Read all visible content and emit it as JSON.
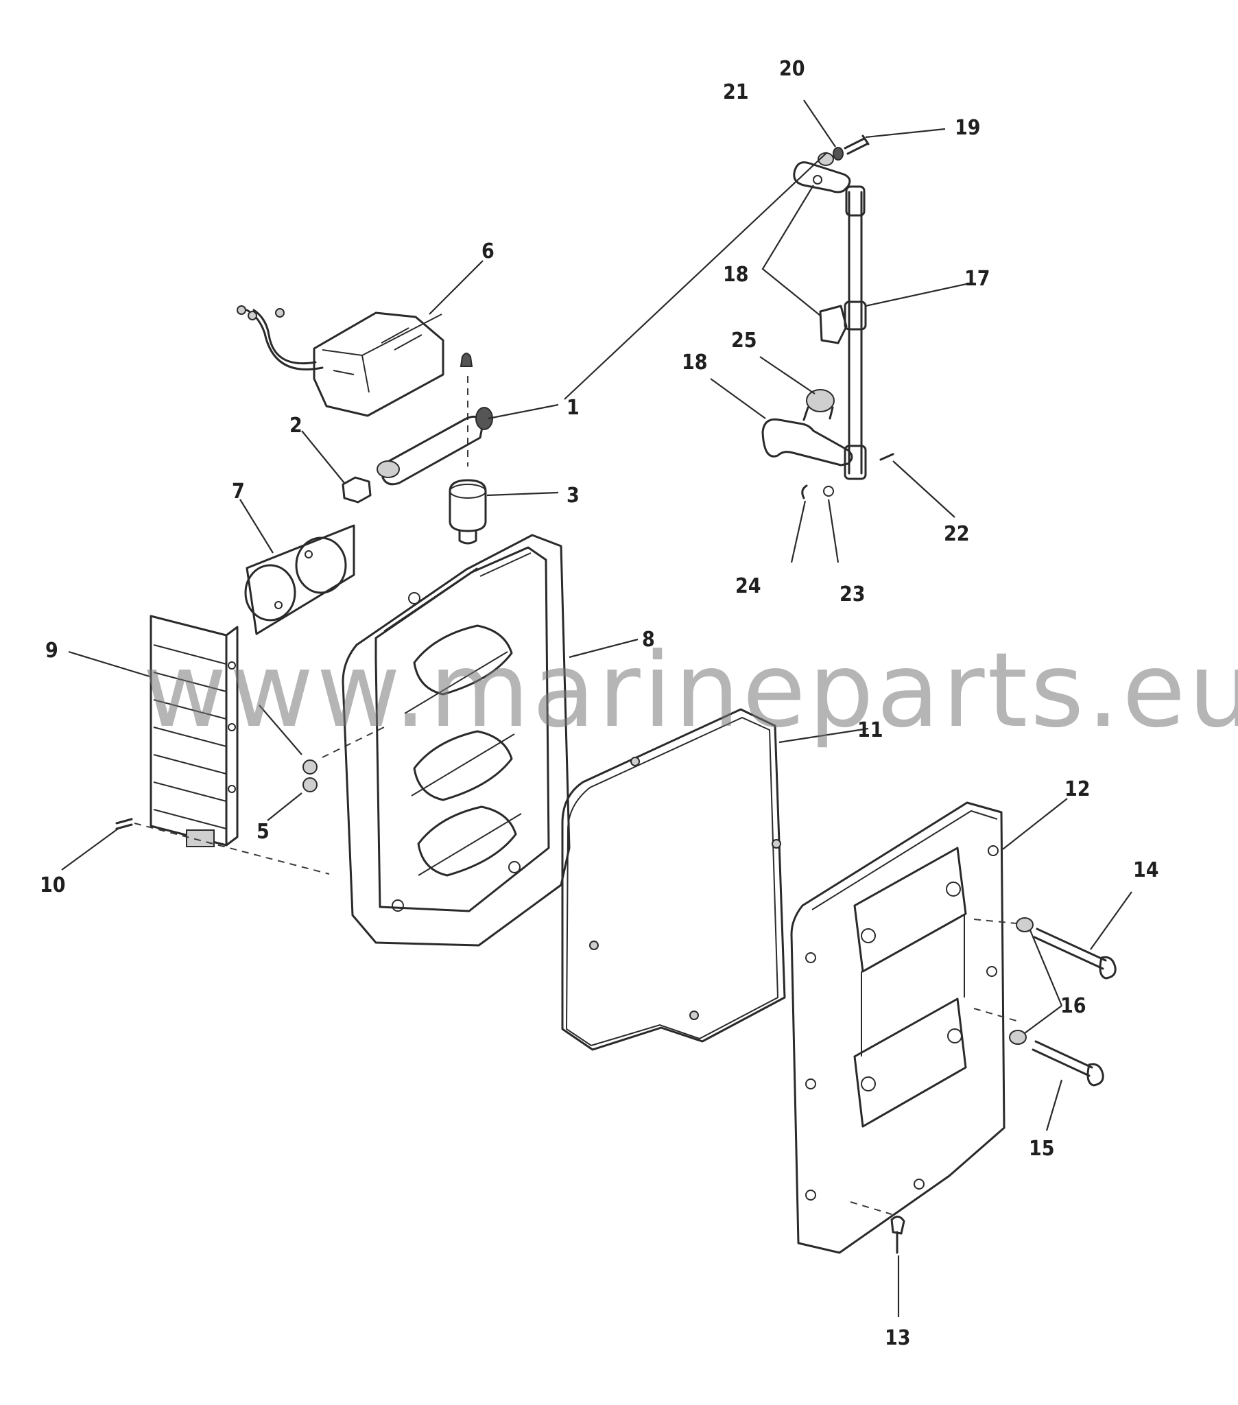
{
  "watermark": "www.marineparts.eu",
  "callouts": {
    "c1": "1",
    "c2": "2",
    "c3": "3",
    "c5": "5",
    "c6": "6",
    "c7": "7",
    "c8": "8",
    "c9": "9",
    "c10": "10",
    "c11": "11",
    "c12": "12",
    "c13": "13",
    "c14": "14",
    "c15": "15",
    "c16": "16",
    "c17": "17",
    "c18a": "18",
    "c18b": "18",
    "c19": "19",
    "c20": "20",
    "c21": "21",
    "c22": "22",
    "c23": "23",
    "c24": "24",
    "c25": "25"
  }
}
